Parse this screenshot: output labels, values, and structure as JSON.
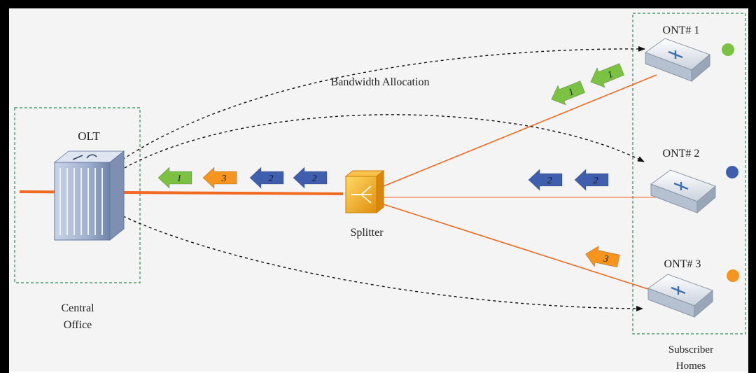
{
  "labels": {
    "olt": "OLT",
    "bandwidth_allocation": "Bandwidth Allocation",
    "splitter": "Splitter",
    "ont1": "ONT# 1",
    "ont2": "ONT# 2",
    "ont3": "ONT# 3",
    "central_office_line1": "Central",
    "central_office_line2": "Office",
    "subscriber_homes_line1": "Subscriber",
    "subscriber_homes_line2": "Homes"
  },
  "upstream_trunk_arrows": [
    {
      "label": "1",
      "color": "#7cc242"
    },
    {
      "label": "3",
      "color": "#f7941d"
    },
    {
      "label": "2",
      "color": "#3f5fae"
    },
    {
      "label": "2",
      "color": "#3f5fae"
    }
  ],
  "ont1_branch_arrows": [
    {
      "label": "1",
      "color": "#7cc242"
    },
    {
      "label": "1",
      "color": "#7cc242"
    }
  ],
  "ont2_branch_arrows": [
    {
      "label": "2",
      "color": "#3f5fae"
    },
    {
      "label": "2",
      "color": "#3f5fae"
    }
  ],
  "ont3_branch_arrows": [
    {
      "label": "3",
      "color": "#f7941d"
    }
  ],
  "colors": {
    "fiber": "#f26a21",
    "ont1_dot": "#7cc242",
    "ont2_dot": "#3f5fae",
    "ont3_dot": "#f7941d",
    "dashed_box": "#2e8b57",
    "frame": "#000000",
    "panel": "#f4f4f4"
  }
}
